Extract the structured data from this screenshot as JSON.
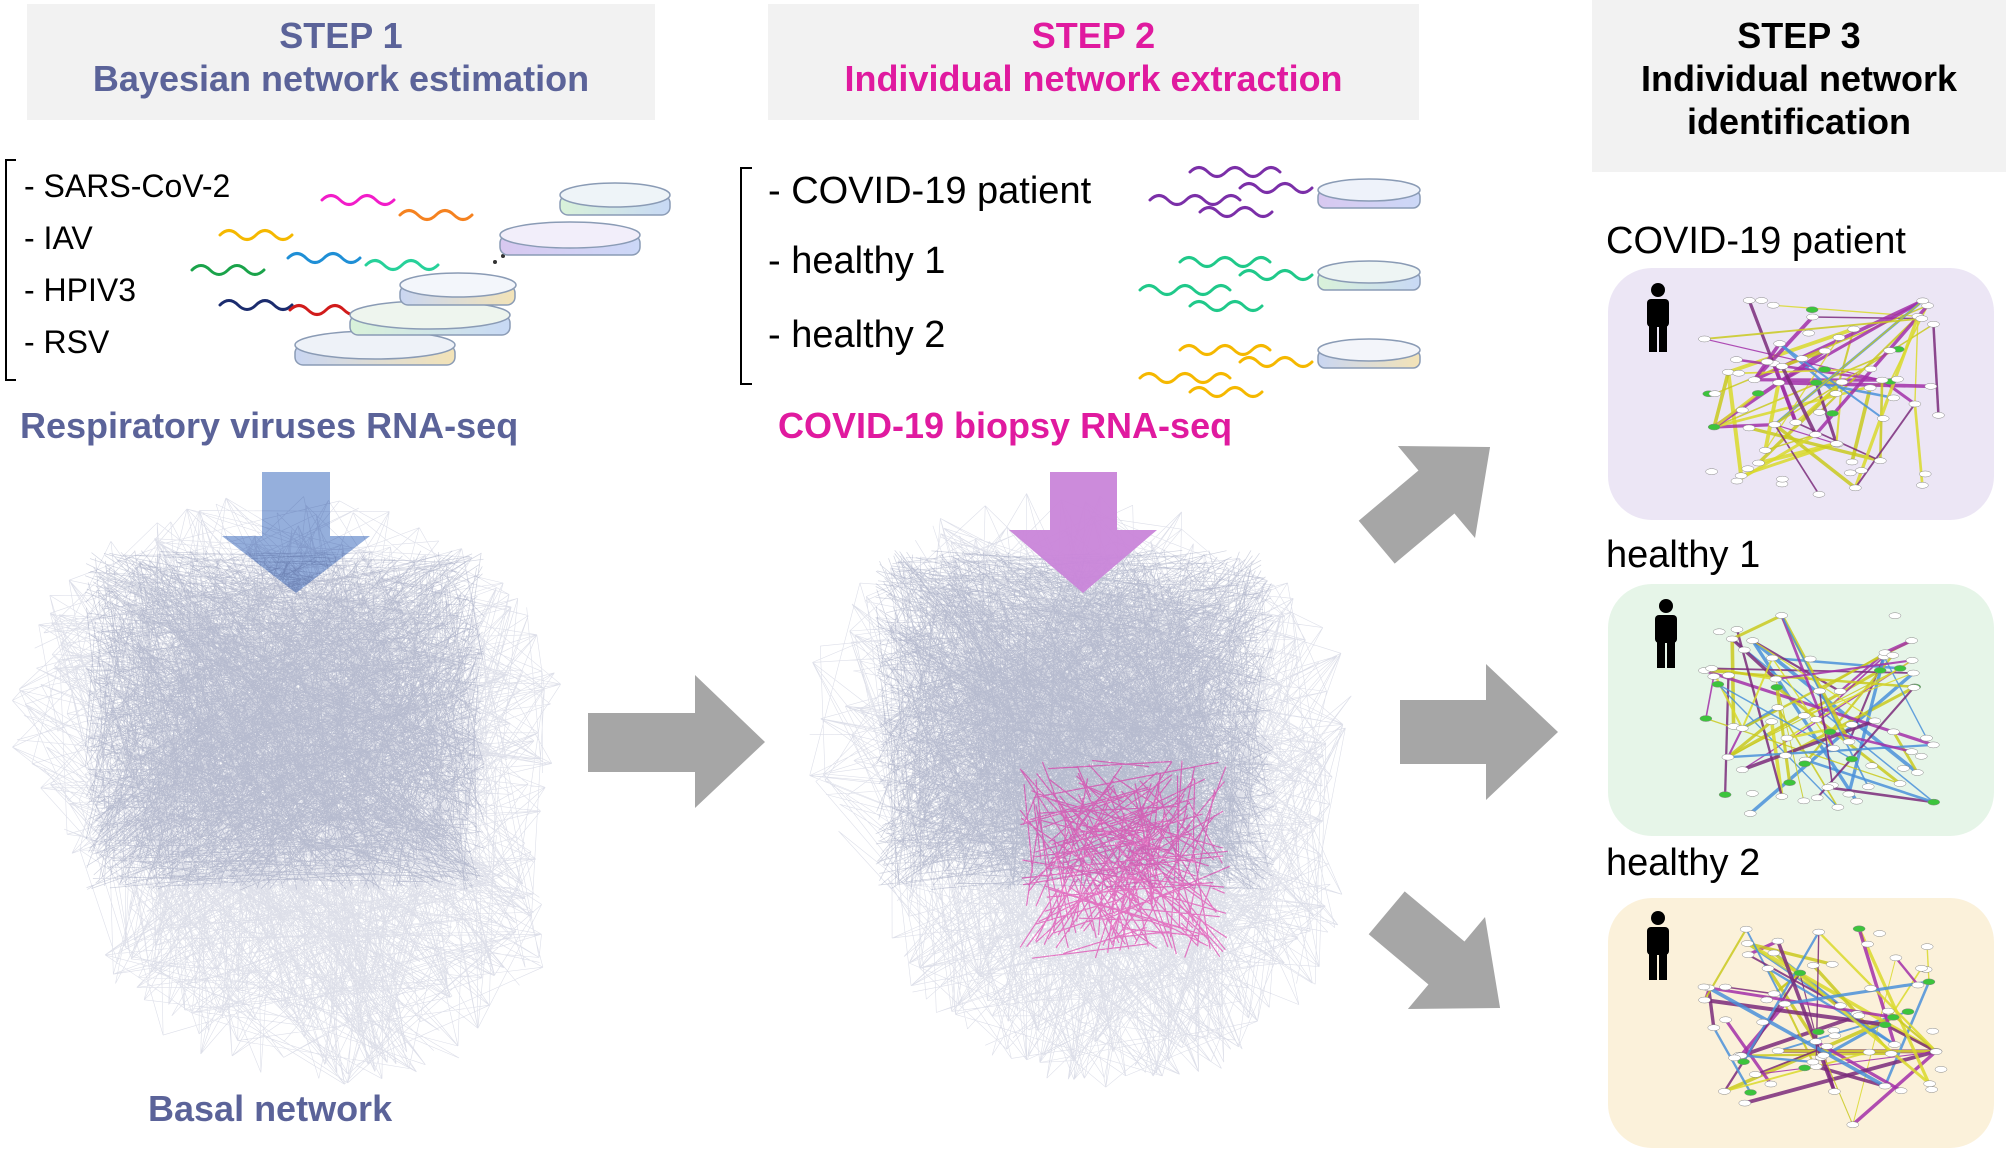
{
  "step1": {
    "title": "STEP 1",
    "subtitle": "Bayesian network estimation",
    "viruses": [
      "- SARS-CoV-2",
      "- IAV",
      "- HPIV3",
      "- RSV"
    ],
    "data_label": "Respiratory viruses RNA-seq",
    "network_label": "Basal network"
  },
  "step2": {
    "title": "STEP 2",
    "subtitle": "Individual network extraction",
    "samples": [
      "- COVID-19 patient",
      "- healthy 1",
      "- healthy 2"
    ],
    "data_label": "COVID-19 biopsy RNA-seq"
  },
  "step3": {
    "title": "STEP 3",
    "subtitle_line1": "Individual network",
    "subtitle_line2": "identification",
    "panels": [
      {
        "label": "COVID-19 patient",
        "bg": "#ece6f5"
      },
      {
        "label": "healthy 1",
        "bg": "#e6f5e8"
      },
      {
        "label": "healthy 2",
        "bg": "#fbf1da"
      }
    ]
  },
  "colors": {
    "step1_blue": "#5b6399",
    "step2_pink": "#e01a9f",
    "network_navy": "#2e3a74",
    "arrow_gray": "#a6a6a6"
  },
  "icons": [
    "person-icon",
    "petri-dish-icon",
    "rna-strand-icon",
    "arrow-icon"
  ]
}
